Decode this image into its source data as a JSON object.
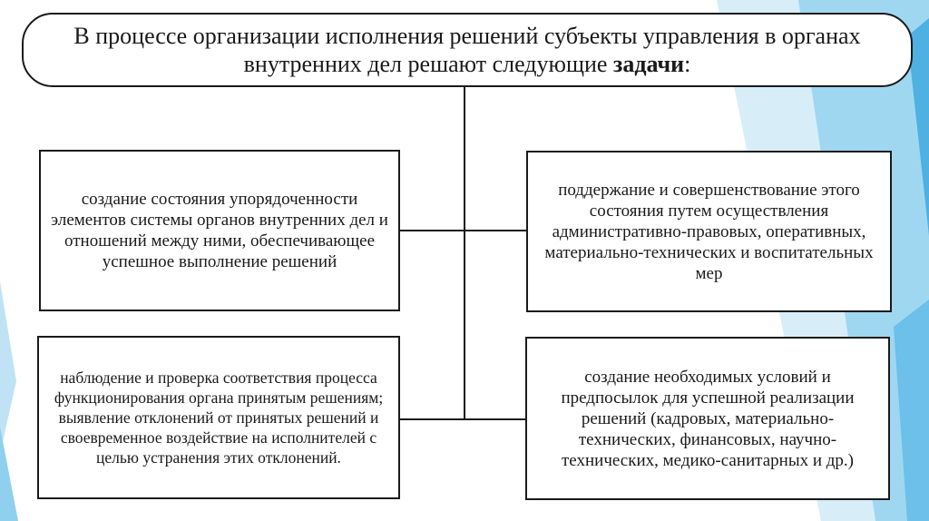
{
  "slide": {
    "title_main": "В процессе организации исполнения решений субъекты управления в органах внутренних дел решают следующие ",
    "title_bold": "задачи",
    "title_tail": ":"
  },
  "tasks": [
    "создание состояния упорядоченности элементов системы органов внутренних дел и отношений между ними, обеспечивающее успешное выполнение решений",
    "поддержание и совершенствование этого состояния путем осуществления административно-правовых, оперативных, материально-технических и воспитательных мер",
    "наблюдение и проверка соответствия процесса функционирования органа принятым решениям; выявление отклонений от принятых решений и своевременное воздействие на исполнителей с целью устранения этих отклонений.",
    "создание необходимых условий и предпосылок для успешной реализации решений (кадровых, материально-технических, финансовых, научно-технических, медико-санитарных и др.)"
  ],
  "colors": {
    "accent_light": "#cfe9f6",
    "accent_mid": "#8fd0ee",
    "accent_dark": "#3fa7dc",
    "border": "#1a1a1a"
  }
}
